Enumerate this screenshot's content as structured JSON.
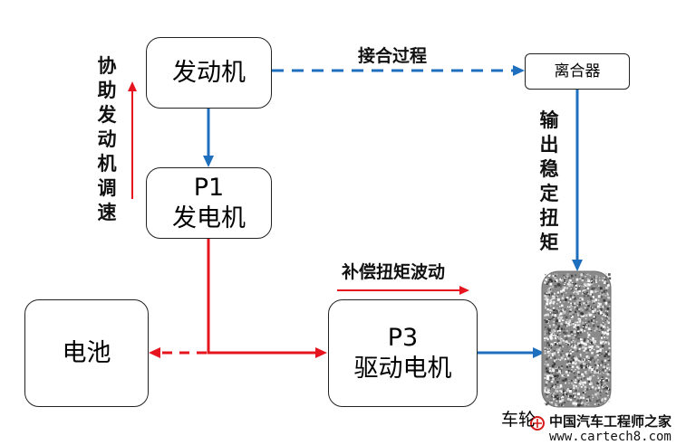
{
  "colors": {
    "blue": "#1f6fbf",
    "red": "#e6141e"
  },
  "boxes": {
    "engine": "发动机",
    "p1_line1": "P1",
    "p1_line2": "发电机",
    "battery": "电池",
    "p3_line1": "P3",
    "p3_line2": "驱动电机",
    "clutch": "离合器"
  },
  "labels": {
    "engine_speed_assist": "协助发动机调速",
    "engage_process": "接合过程",
    "output_stable_torque": "输出稳定扭矩",
    "compensate_torque_fluctuation": "补偿扭矩波动",
    "wheel": "车轮"
  },
  "watermark": {
    "line1": "中国汽车工程师之家",
    "line2": "www.cartech8.com"
  },
  "icons": {
    "wheel": "wheel-icon",
    "watermark_logo": "watermark-logo-icon"
  }
}
